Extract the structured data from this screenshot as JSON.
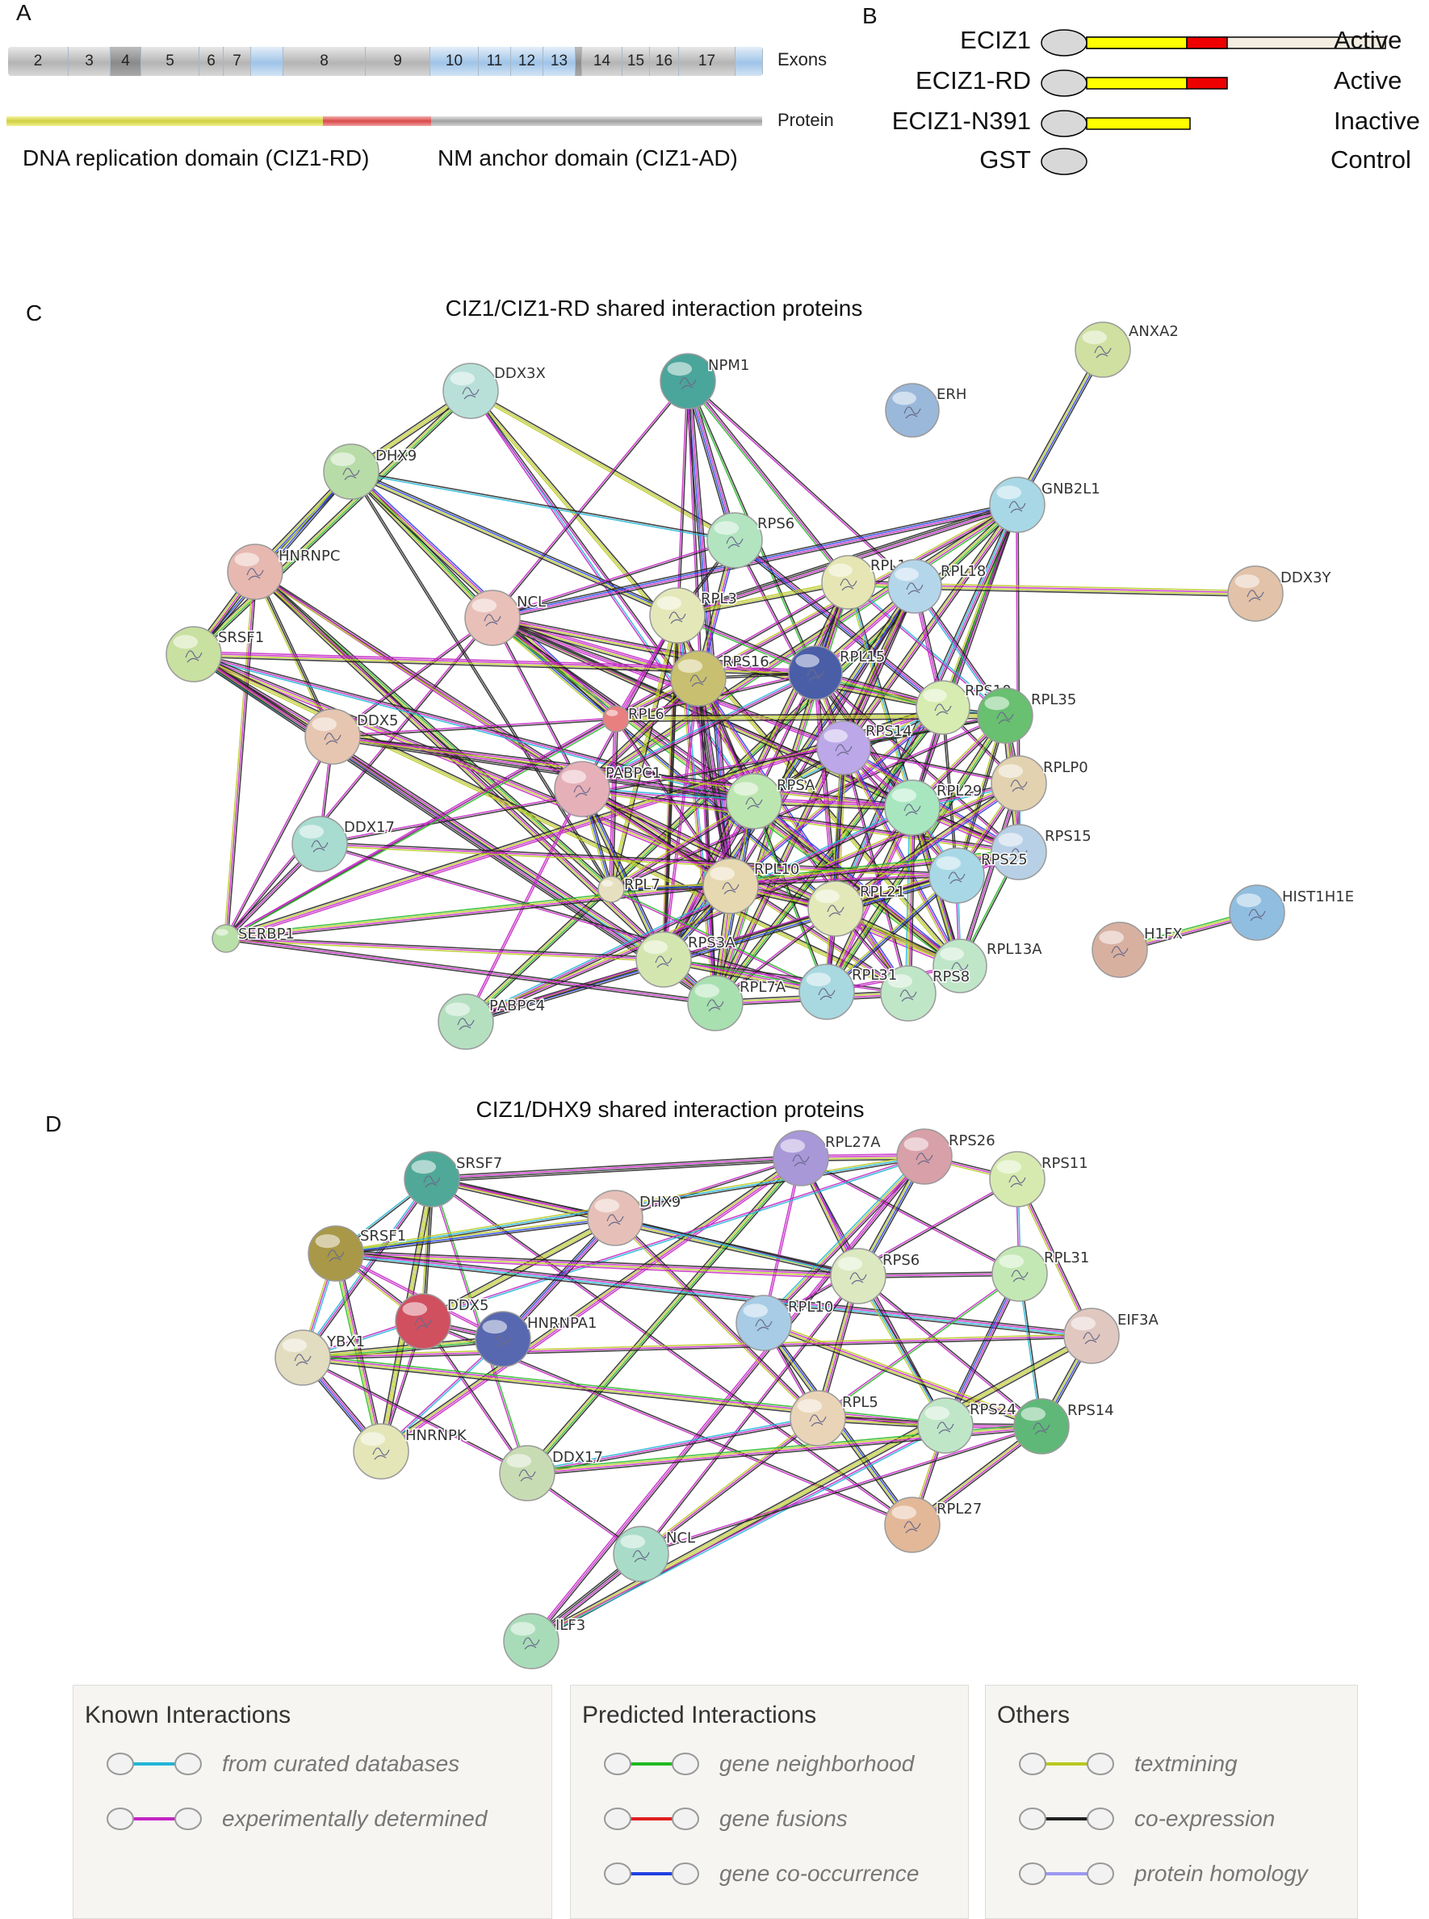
{
  "panelA": {
    "letter": "A",
    "exons": [
      "2",
      "3",
      "4",
      "5",
      "6",
      "7",
      "8",
      "9",
      "10",
      "11",
      "12",
      "13",
      "14",
      "15",
      "16",
      "17"
    ],
    "exons_label": "Exons",
    "protein_label": "Protein",
    "rd_domain_label": "DNA replication domain (CIZ1-RD)",
    "ad_domain_label": "NM anchor domain (CIZ1-AD)"
  },
  "panelB": {
    "letter": "B",
    "constructs": [
      {
        "name": "ECIZ1",
        "status": "Active"
      },
      {
        "name": "ECIZ1-RD",
        "status": "Active"
      },
      {
        "name": "ECIZ1-N391",
        "status": "Inactive"
      },
      {
        "name": "GST",
        "status": "Control"
      }
    ]
  },
  "panelC": {
    "letter": "C",
    "title": "CIZ1/CIZ1-RD shared interaction proteins",
    "nodes": [
      {
        "id": "DDX3X",
        "color": "#b8e0d8"
      },
      {
        "id": "NPM1",
        "color": "#4aa59a"
      },
      {
        "id": "ERH",
        "color": "#9ab8da"
      },
      {
        "id": "ANXA2",
        "color": "#cfe0a0"
      },
      {
        "id": "DHX9",
        "color": "#b8dca8"
      },
      {
        "id": "GNB2L1",
        "color": "#a8d8e6"
      },
      {
        "id": "RPS6",
        "color": "#b2e4c0"
      },
      {
        "id": "HNRNPC",
        "color": "#e6b8b0"
      },
      {
        "id": "RPL14",
        "color": "#e6e6b4"
      },
      {
        "id": "RPL18",
        "color": "#b4d6ea"
      },
      {
        "id": "DDX3Y",
        "color": "#e2c2a8"
      },
      {
        "id": "NCL",
        "color": "#e8c0b8"
      },
      {
        "id": "RPL3",
        "color": "#e4e8b8"
      },
      {
        "id": "SRSF1",
        "color": "#c8e0a0"
      },
      {
        "id": "RPS16",
        "color": "#c8c070"
      },
      {
        "id": "RPL15",
        "color": "#4a5ea8"
      },
      {
        "id": "RPS10",
        "color": "#d6ecb0"
      },
      {
        "id": "RPL35",
        "color": "#68c070"
      },
      {
        "id": "RPL6",
        "color": "#e88080"
      },
      {
        "id": "DDX5",
        "color": "#e6c6b0"
      },
      {
        "id": "RPS14",
        "color": "#bca8e8"
      },
      {
        "id": "PABPC1",
        "color": "#e6b0b8"
      },
      {
        "id": "RPSA",
        "color": "#bce6b0"
      },
      {
        "id": "RPL29",
        "color": "#a8e6c0"
      },
      {
        "id": "RPLP0",
        "color": "#e2d2b0"
      },
      {
        "id": "DDX17",
        "color": "#a8dcd0"
      },
      {
        "id": "RPS15",
        "color": "#b8d0e6"
      },
      {
        "id": "RPS25",
        "color": "#a8d8e6"
      },
      {
        "id": "RPL10",
        "color": "#e6d8b0"
      },
      {
        "id": "RPL7",
        "color": "#e6e0c0"
      },
      {
        "id": "RPL21",
        "color": "#e2e8b8"
      },
      {
        "id": "HIST1H1E",
        "color": "#90bee0"
      },
      {
        "id": "H1FX",
        "color": "#d8b0a0"
      },
      {
        "id": "SERBP1",
        "color": "#b8e0a8"
      },
      {
        "id": "RPS3A",
        "color": "#d4e6b0"
      },
      {
        "id": "RPL13A",
        "color": "#c0e6c8"
      },
      {
        "id": "RPS8",
        "color": "#c0e6c8"
      },
      {
        "id": "RPL31",
        "color": "#a8d8e0"
      },
      {
        "id": "RPL7A",
        "color": "#a8e0b0"
      },
      {
        "id": "PABPC4",
        "color": "#b4e0c0"
      }
    ]
  },
  "panelD": {
    "letter": "D",
    "title": "CIZ1/DHX9 shared interaction proteins",
    "nodes": [
      {
        "id": "SRSF7",
        "color": "#50a898"
      },
      {
        "id": "RPL27A",
        "color": "#a898d8"
      },
      {
        "id": "RPS26",
        "color": "#d8a0a8"
      },
      {
        "id": "RPS11",
        "color": "#d6eab0"
      },
      {
        "id": "DHX9",
        "color": "#e6c0b8"
      },
      {
        "id": "SRSF1",
        "color": "#a89848"
      },
      {
        "id": "RPS6",
        "color": "#dce8c0"
      },
      {
        "id": "RPL31",
        "color": "#c4e8b4"
      },
      {
        "id": "DDX5",
        "color": "#d05060"
      },
      {
        "id": "HNRNPA1",
        "color": "#5868b0"
      },
      {
        "id": "RPL10",
        "color": "#a8cce6"
      },
      {
        "id": "EIF3A",
        "color": "#e0c8c0"
      },
      {
        "id": "YBX1",
        "color": "#e2dcc0"
      },
      {
        "id": "RPL5",
        "color": "#ead4b8"
      },
      {
        "id": "RPS24",
        "color": "#c0e6c8"
      },
      {
        "id": "RPS14",
        "color": "#60b878"
      },
      {
        "id": "HNRNPK",
        "color": "#e4e6b8"
      },
      {
        "id": "DDX17",
        "color": "#c8dcb4"
      },
      {
        "id": "RPL27",
        "color": "#e2b898"
      },
      {
        "id": "NCL",
        "color": "#a8dcc8"
      },
      {
        "id": "ILF3",
        "color": "#a8dcb8"
      }
    ]
  },
  "legend": {
    "groups": [
      {
        "title": "Known Interactions",
        "items": [
          {
            "label": "from curated databases",
            "color": "#21b5d6"
          },
          {
            "label": "experimentally determined",
            "color": "#c424c4"
          }
        ]
      },
      {
        "title": "Predicted Interactions",
        "items": [
          {
            "label": "gene neighborhood",
            "color": "#22b822"
          },
          {
            "label": "gene fusions",
            "color": "#e02020"
          },
          {
            "label": "gene co-occurrence",
            "color": "#2040e0"
          }
        ]
      },
      {
        "title": "Others",
        "items": [
          {
            "label": "textmining",
            "color": "#b8c820"
          },
          {
            "label": "co-expression",
            "color": "#222222"
          },
          {
            "label": "protein homology",
            "color": "#9c98f0"
          }
        ]
      }
    ]
  }
}
